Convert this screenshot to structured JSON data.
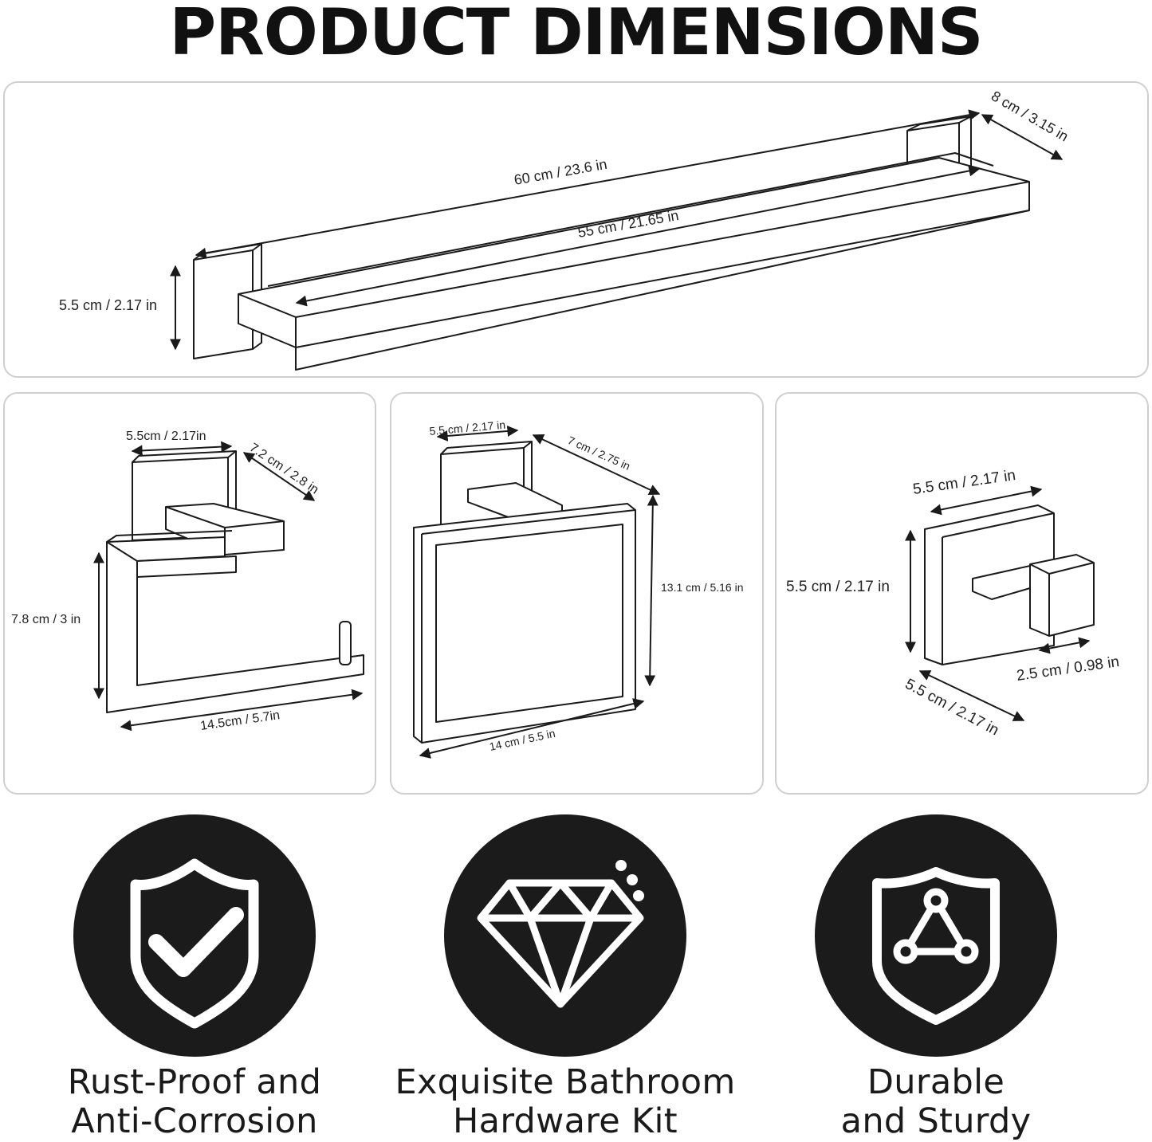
{
  "title": "PRODUCT DIMENSIONS",
  "towel_bar": {
    "overall_length": "60 cm / 23.6 in",
    "bar_length": "55 cm / 21.65 in",
    "depth": "8 cm / 3.15 in",
    "height": "5.5 cm / 2.17 in"
  },
  "paper_holder": {
    "base_width": "5.5cm / 2.17in",
    "depth": "7.2 cm / 2.8 in",
    "height": "7.8 cm / 3 in",
    "length": "14.5cm / 5.7in"
  },
  "towel_ring": {
    "base_width": "5.5 cm / 2.17 in",
    "depth": "7 cm / 2.75 in",
    "height": "13.1 cm / 5.16 in",
    "width": "14 cm /  5.5 in"
  },
  "robe_hook": {
    "width": "5.5 cm / 2.17 in",
    "height": "5.5 cm / 2.17 in",
    "hook_depth": "2.5 cm / 0.98 in",
    "base_depth": "5.5 cm / 2.17 in"
  },
  "features": [
    {
      "icon": "shield-check-icon",
      "line1": "Rust-Proof and",
      "line2": "Anti-Corrosion"
    },
    {
      "icon": "diamond-icon",
      "line1": "Exquisite Bathroom",
      "line2": "Hardware Kit"
    },
    {
      "icon": "shield-triangle-icon",
      "line1": "Durable",
      "line2": "and Sturdy"
    }
  ],
  "colors": {
    "panel_border": "#cfcfcf",
    "icon_circle": "#1b1b1b",
    "line": "#1a1a1a"
  }
}
